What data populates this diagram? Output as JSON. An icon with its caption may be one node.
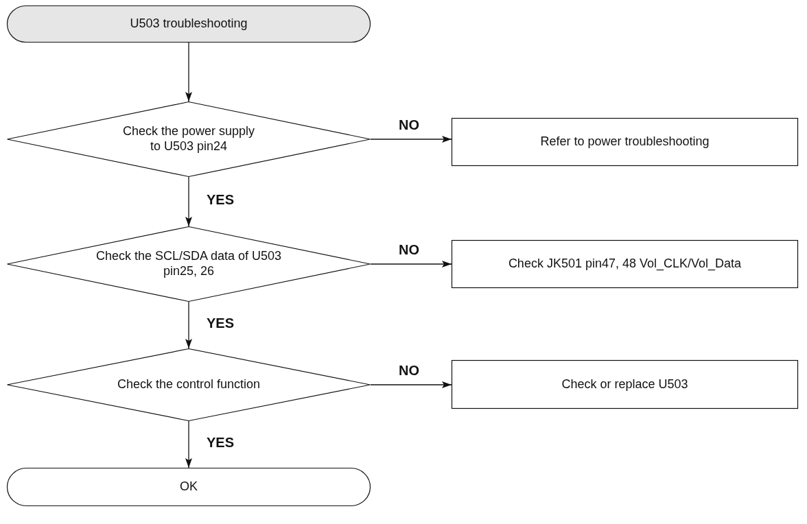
{
  "diagram": {
    "nodes": [
      {
        "text": [
          "U503 troubleshooting"
        ]
      },
      {
        "text": [
          "Check the power supply to U503 pin24"
        ]
      },
      {
        "text": [
          "Refer to power troubleshooting"
        ]
      },
      {
        "text": [
          "Check the SCL/SDA data of U503 pin25, 26"
        ]
      },
      {
        "text": [
          "Check JK501 pin47, 48 Vol_CLK/Vol_Data"
        ]
      },
      {
        "text": [
          "Check the control function"
        ]
      },
      {
        "text": [
          "Check or replace U503"
        ]
      },
      {
        "text": [
          "OK"
        ]
      }
    ],
    "edges": [
      {
        "from": 0,
        "to": 1,
        "arrow": "to"
      },
      {
        "from": 1,
        "to": 2,
        "arrow": "to",
        "label": "NO"
      },
      {
        "from": 1,
        "to": 3,
        "arrow": "to",
        "label": "YES"
      },
      {
        "from": 3,
        "to": 4,
        "arrow": "to",
        "label": "NO"
      },
      {
        "from": 3,
        "to": 5,
        "arrow": "to",
        "label": "YES"
      },
      {
        "from": 5,
        "to": 6,
        "arrow": "to",
        "label": "NO"
      },
      {
        "from": 5,
        "to": 7,
        "arrow": "to",
        "label": "YES"
      }
    ]
  }
}
